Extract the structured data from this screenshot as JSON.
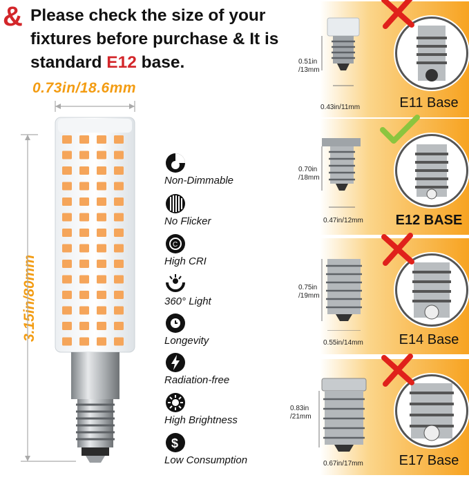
{
  "headline": {
    "ampersand": "&",
    "part1": "Please check the size of your fixtures before purchase & It is standard ",
    "highlight": "E12",
    "part2": " base."
  },
  "bulb_dims": {
    "width": "0.73in/18.6mm",
    "height": "3.15in/80mm"
  },
  "features": [
    {
      "label": "Non-Dimmable",
      "icon": "non-dimmable-icon"
    },
    {
      "label": "No Flicker",
      "icon": "no-flicker-icon"
    },
    {
      "label": "High CRI",
      "icon": "high-cri-icon"
    },
    {
      "label": "360° Light",
      "icon": "360-light-icon"
    },
    {
      "label": "Longevity",
      "icon": "longevity-icon"
    },
    {
      "label": "Radiation-free",
      "icon": "radiation-free-icon"
    },
    {
      "label": "High Brightness",
      "icon": "high-brightness-icon"
    },
    {
      "label": "Low Consumption",
      "icon": "low-consumption-icon"
    }
  ],
  "bases": [
    {
      "name": "E11 Base",
      "height_in": "0.51in",
      "height_mm": "/13mm",
      "width": "0.43in/11mm",
      "status": "incompatible"
    },
    {
      "name": "E12 BASE",
      "height_in": "0.70in",
      "height_mm": "/18mm",
      "width": "0.47in/12mm",
      "status": "compatible"
    },
    {
      "name": "E14 Base",
      "height_in": "0.75in",
      "height_mm": "/19mm",
      "width": "0.55in/14mm",
      "status": "incompatible"
    },
    {
      "name": "E17 Base",
      "height_in": "0.83in",
      "height_mm": "/21mm",
      "width": "0.67in/17mm",
      "status": "incompatible"
    }
  ],
  "colors": {
    "red": "#d3262a",
    "orange": "#f39c12",
    "led": "#f5a55a",
    "check": "#8bc53f"
  }
}
